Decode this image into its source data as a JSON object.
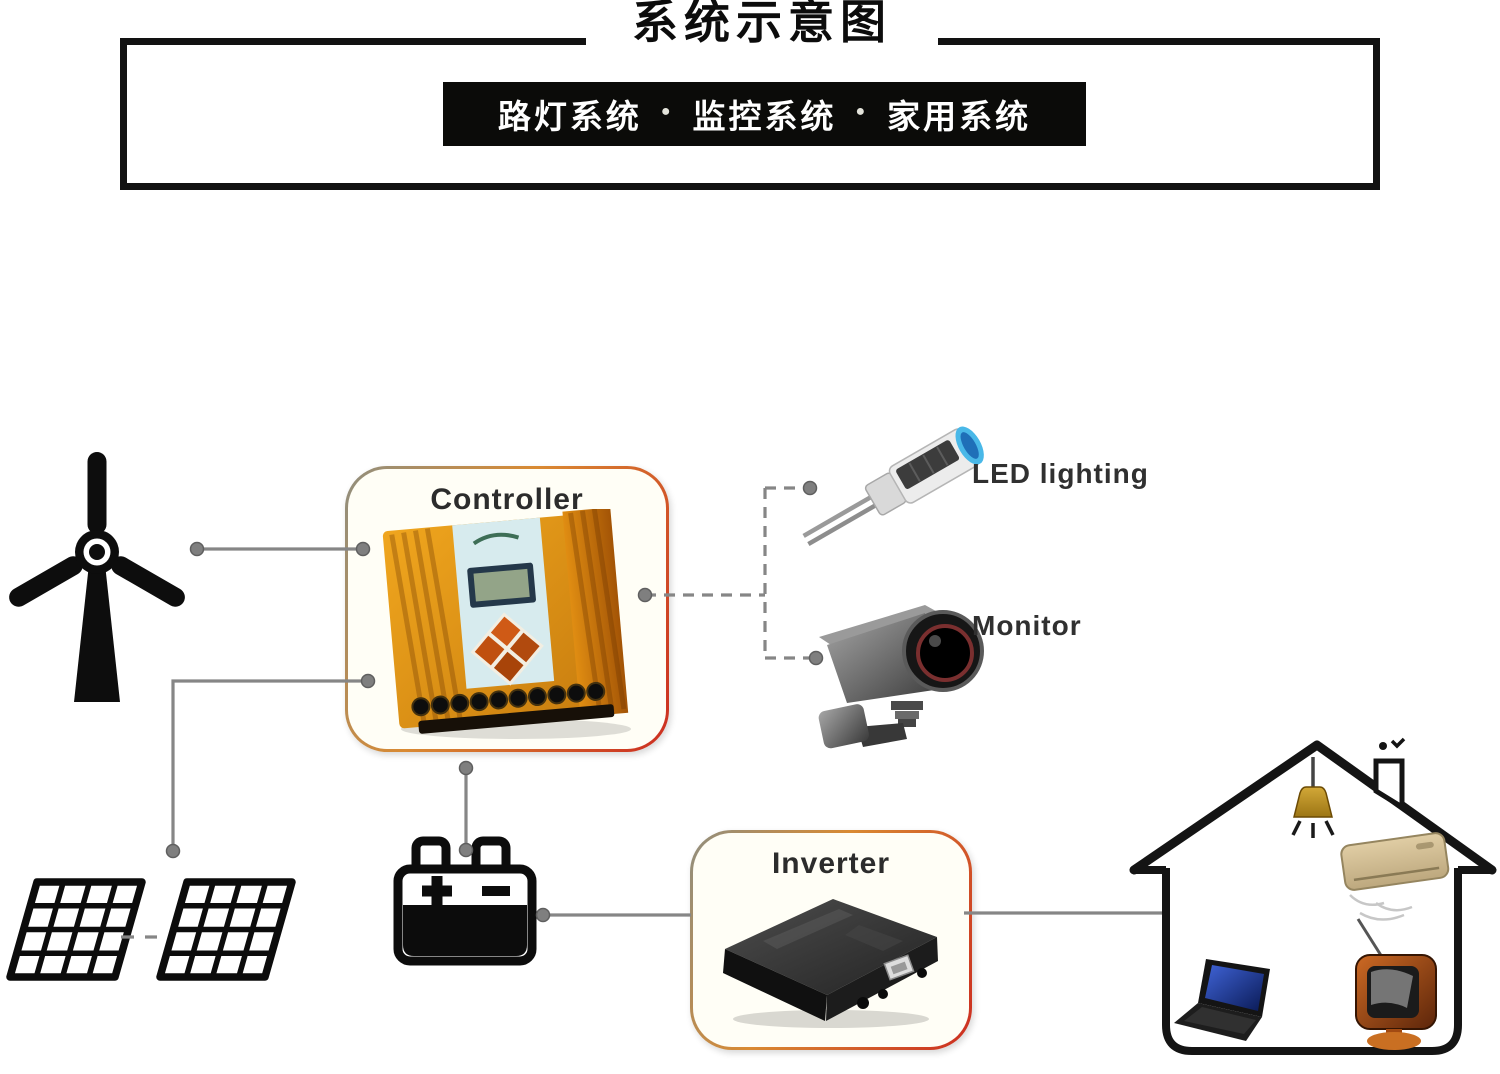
{
  "header": {
    "title": "系统示意图",
    "banner": {
      "items": [
        "路灯系统",
        "监控系统",
        "家用系统"
      ],
      "separator": "●"
    }
  },
  "diagram": {
    "controller_label": "Controller",
    "inverter_label": "Inverter",
    "led_label": "LED lighting",
    "monitor_label": "Monitor",
    "battery_markings": {
      "positive": "+",
      "negative": "−"
    },
    "icons": [
      "wind-turbine-icon",
      "solar-panel-icon",
      "battery-icon",
      "controller-device-image",
      "inverter-device-image",
      "led-streetlight-icon",
      "cctv-camera-icon",
      "house-icon",
      "pendant-lamp-icon",
      "chimney-icon",
      "air-conditioner-icon",
      "laptop-icon",
      "tv-icon"
    ]
  },
  "colors": {
    "banner_bg": "#0b0b09",
    "banner_text": "#ffffff",
    "frame_border": "#121212",
    "connector_gray": "#868686",
    "box_border_orange": "#d98a32",
    "box_border_red": "#cc2d20",
    "controller_body_orange": "#e8991a",
    "controller_panel_blue": "#d7ebee",
    "inverter_body_black": "#1d1d1d",
    "lamp_cap_blue": "#49b8e8",
    "house_outline": "#141414",
    "pendant_lamp_gold": "#c79a2e",
    "tv_orange": "#c2571c",
    "ac_beige": "#d6c298"
  }
}
